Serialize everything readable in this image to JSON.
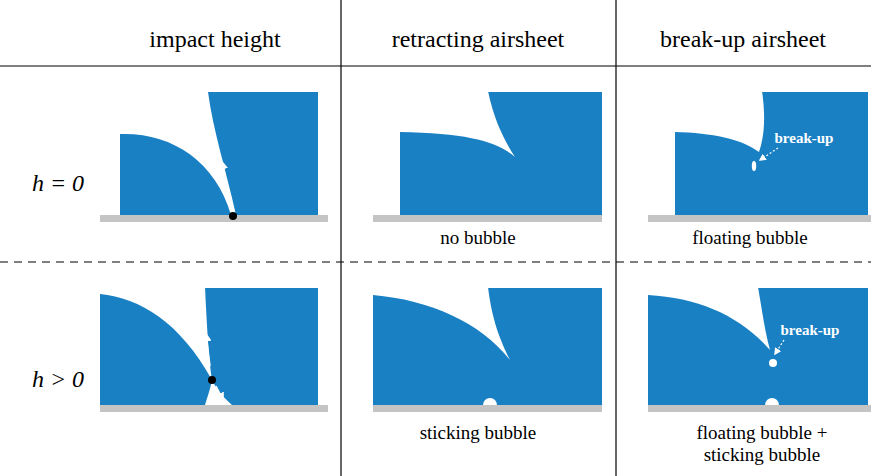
{
  "diagram": {
    "labels": [
      "impact height",
      "retracting airsheet",
      "break-up airsheet",
      "h = 0",
      "no bubble",
      "break-up",
      "floating bubble",
      "h > 0",
      "sticking bubble",
      "break-up",
      "floating bubble + sticking bubble"
    ]
  }
}
